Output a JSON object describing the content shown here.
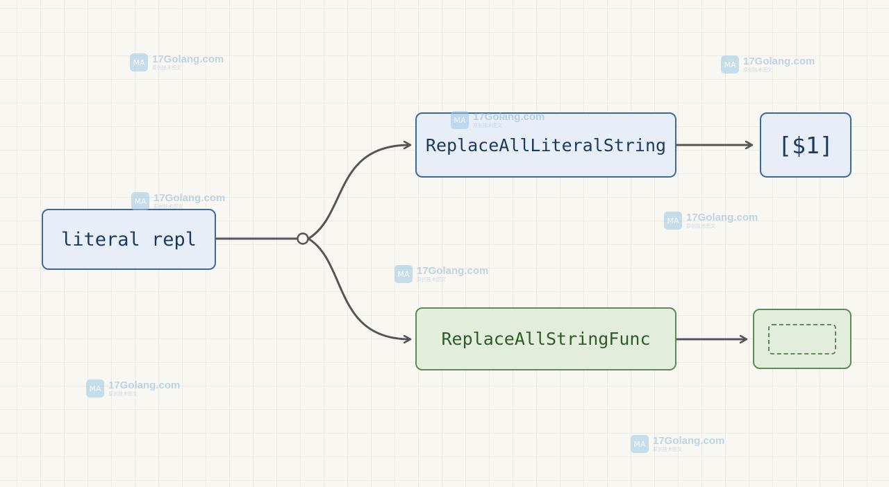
{
  "nodes": {
    "source": "literal repl",
    "literal_method": "ReplaceAllLiteralString",
    "literal_result": "[$1]",
    "func_method": "ReplaceAllStringFunc"
  },
  "watermark": {
    "site": "17Golang.com",
    "tagline": "原创技术图文",
    "logo_text": "MA"
  },
  "colors": {
    "literal_path": "#3c6998",
    "func_path": "#5a8c52",
    "connector": "#555555",
    "background": "#f8f7f2"
  }
}
